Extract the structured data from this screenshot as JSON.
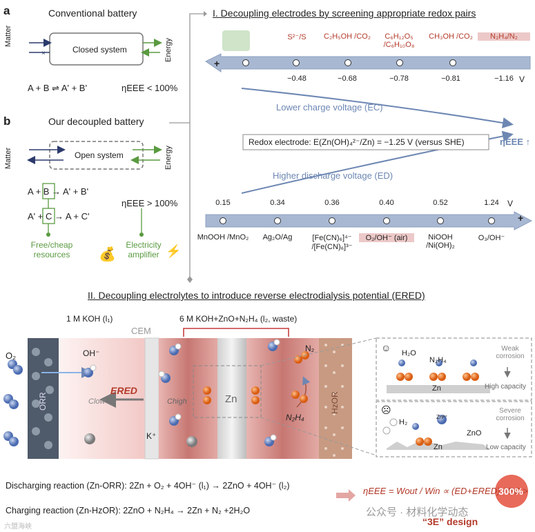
{
  "panel_a": {
    "letter": "a",
    "title": "Conventional battery",
    "box_label": "Closed system",
    "matter_label": "Matter",
    "energy_label": "Energy",
    "equation": "A + B ⇌ A' + B'",
    "efficiency": "ηEEE < 100%"
  },
  "panel_b": {
    "letter": "b",
    "title": "Our decoupled battery",
    "box_label": "Open system",
    "matter_label": "Matter",
    "energy_label": "Energy",
    "eq1": "A + B → A' + B'",
    "eq2": "A' + C → A + C'",
    "efficiency": "ηEEE > 100%",
    "resources_label": "Free/cheap resources",
    "amplifier_label": "Electricity amplifier"
  },
  "section1": {
    "title": "I. Decoupling electrodes by screening appropriate redox pairs",
    "top_pairs": [
      {
        "label": "S²⁻/S",
        "potential": "−0.48"
      },
      {
        "label": "C₂H₅OH /CO₂",
        "potential": "−0.68"
      },
      {
        "label": "C₆H₁₂O₅ /C₆H₁₀O₈",
        "potential": "−0.78"
      },
      {
        "label": "CH₃OH /CO₂",
        "potential": "−0.81"
      },
      {
        "label": "N₂H₄/N₂",
        "potential": "−1.16"
      }
    ],
    "unit": "V",
    "plus_sign": "+",
    "lower_charge": "Lower charge voltage (EC)",
    "redox_box": "Redox electrode: E(Zn(OH)₄²⁻/Zn) = −1.25 V (versus SHE)",
    "eta_label": "ηEEE ↑",
    "higher_discharge": "Higher discharge voltage (ED)",
    "bottom_pairs": [
      {
        "label": "MnOOH /MnO₂",
        "potential": "0.15"
      },
      {
        "label": "Ag₂O/Ag",
        "potential": "0.34"
      },
      {
        "label": "[Fe(CN)₆]⁴⁻ /[Fe(CN)₆]³⁻",
        "potential": "0.36"
      },
      {
        "label": "O₂/OH⁻ (air)",
        "potential": "0.40"
      },
      {
        "label": "NiOOH /Ni(OH)₂",
        "potential": "0.52"
      },
      {
        "label": "O₃/OH⁻",
        "potential": "1.24"
      }
    ]
  },
  "section2": {
    "title": "II. Decoupling electrolytes to introduce reverse electrodialysis potential (ERED)",
    "koh1": "1 M KOH (l₁)",
    "koh2": "6 M KOH+ZnO+N₂H₄ (l₂, waste)",
    "cem": "CEM",
    "o2": "O₂",
    "ohm": "OH⁻",
    "ered": "ERED",
    "clow": "Clow",
    "chigh": "Chigh",
    "zn": "Zn",
    "kplus": "K⁺",
    "n2": "N₂",
    "n2h4": "N₂H₄",
    "orr": "ORR",
    "hzor": "HzOR",
    "inset_top": {
      "h2o": "H₂O",
      "n2h4": "N₂H₄",
      "corrosion": "Weak corrosion",
      "zn": "Zn",
      "capacity": "High capacity"
    },
    "inset_bottom": {
      "h2": "H₂",
      "zn2": "Zn²⁺",
      "zno": "ZnO",
      "corrosion": "Severe corrosion",
      "zn": "Zn",
      "capacity": "Low capacity"
    }
  },
  "reactions": {
    "discharge": "Discharging reaction (Zn-ORR): 2Zn + O₂ + 4OH⁻ (l₁) → 2ZnO + 4OH⁻ (l₂)",
    "charge": "Charging reaction (Zn-HzOR): 2ZnO + N₂H₄ → 2Zn + N₂ +2H₂O",
    "formula": "ηEEE = Wout / Win ∝ (ED+ERED) / EC >",
    "percent": "300%",
    "design": "“3E” design",
    "watermark": "公众号 · 材料化学动态",
    "watermark2": "六盟海峡"
  },
  "colors": {
    "accent_red": "#b33a2a",
    "blue": "#6d87b3",
    "green": "#5a9a40",
    "orange": "#e06a1e"
  }
}
